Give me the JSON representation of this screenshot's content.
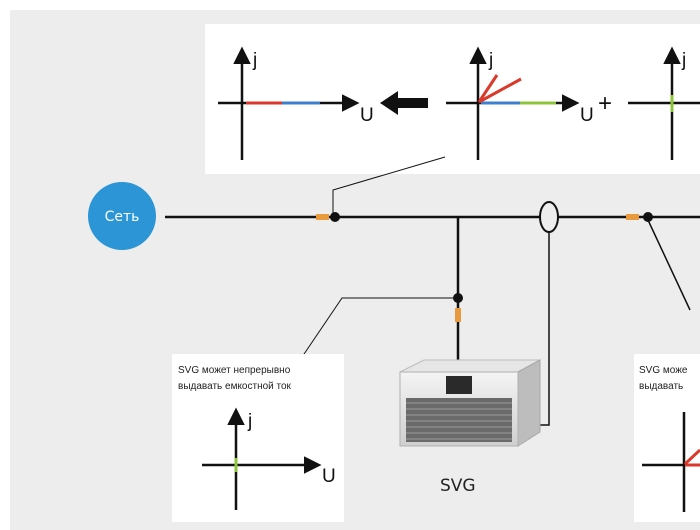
{
  "grid": {
    "label": "Сеть",
    "color": "#2b95d6"
  },
  "top_panel": {
    "plots": [
      {
        "y_axis": "j",
        "x_axis": "U"
      },
      {
        "y_axis": "j",
        "x_axis": "U"
      },
      {
        "y_axis": "j",
        "x_axis": ""
      }
    ],
    "operator": "+"
  },
  "left_box": {
    "caption_line1": "SVG может непрерывно",
    "caption_line2": "выдавать емкостной ток",
    "y_axis": "j",
    "x_axis": "U"
  },
  "right_box": {
    "caption_line1": "SVG може",
    "caption_line2": "выдавать"
  },
  "device": {
    "label": "SVG"
  },
  "colors": {
    "background": "#ededed",
    "line": "#111111",
    "vector_red": "#d93a2b",
    "vector_blue": "#3b7fd1",
    "vector_green": "#8cc43a",
    "connector_orange": "#e89a3c"
  }
}
